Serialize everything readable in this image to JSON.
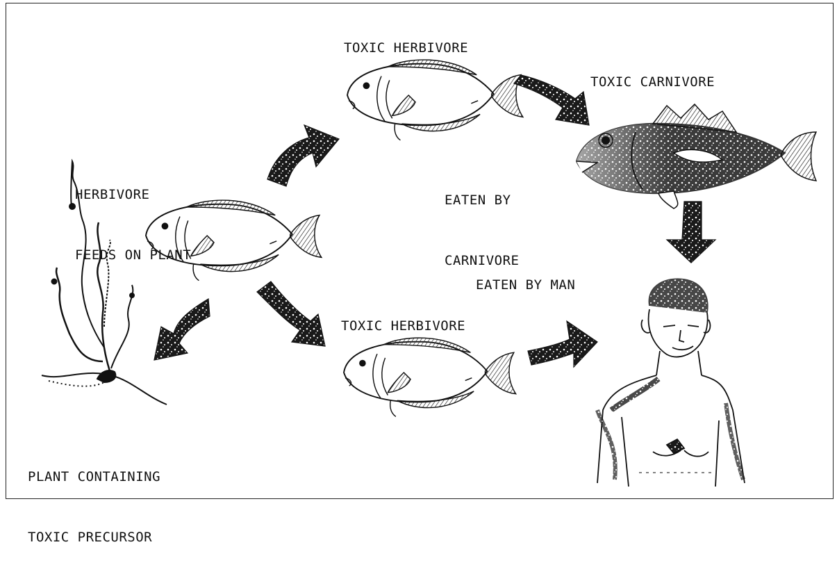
{
  "labels": {
    "toxic_herbivore_top": "TOXIC HERBIVORE",
    "toxic_carnivore": "TOXIC CARNIVORE",
    "herbivore_line1": "HERBIVORE",
    "herbivore_line2": "FEEDS ON PLANT",
    "eaten_by_line1": "EATEN BY",
    "eaten_by_line2": "CARNIVORE",
    "eaten_by_man": "EATEN BY MAN",
    "toxic_herbivore_bottom": "TOXIC HERBIVORE",
    "plant_line1": "PLANT CONTAINING",
    "plant_line2": "TOXIC PRECURSOR"
  }
}
